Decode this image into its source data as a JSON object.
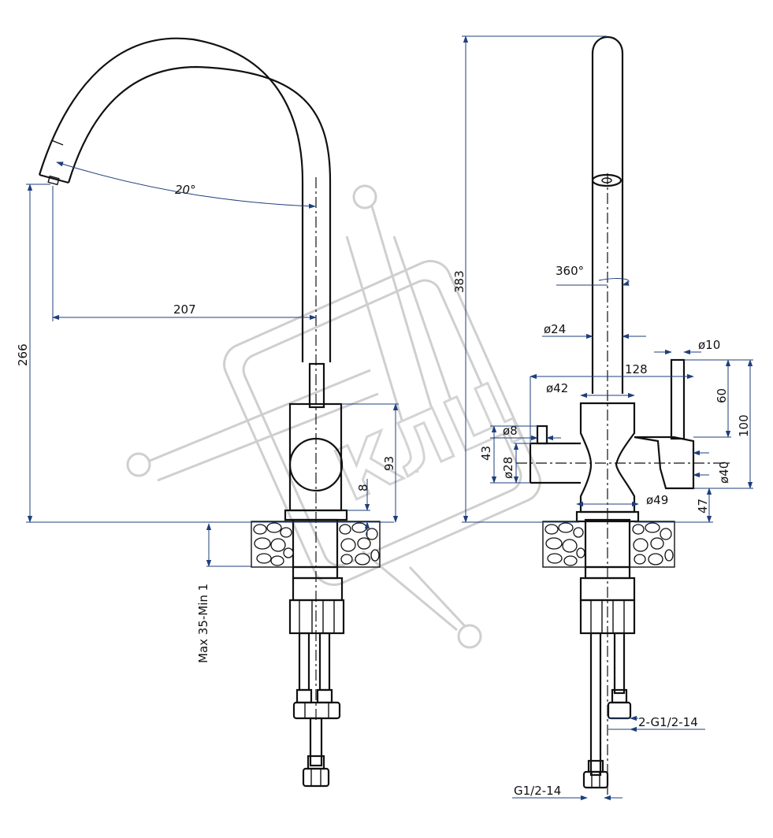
{
  "watermark": {
    "text": "КЛЦ"
  },
  "front_view": {
    "spout_angle": "20°",
    "reach": "207",
    "height": "266",
    "body_height": "93",
    "gap": "8",
    "mounting": "Max 35-Min 1"
  },
  "side_view": {
    "total_height": "383",
    "rotation": "360°",
    "spout_diameter": "ø24",
    "handle_diameter": "ø10",
    "handle_reach": "128",
    "body_diameter": "ø42",
    "pin_diameter": "ø8",
    "inner_diameter": "ø28",
    "body_part_height": "43",
    "lever_height": "60",
    "handle_height": "100",
    "base_diameter": "ø40",
    "flange_diameter": "ø49",
    "base_height": "47",
    "hose_thread": "2-G1/2-14",
    "stud_thread": "G1/2-14"
  }
}
